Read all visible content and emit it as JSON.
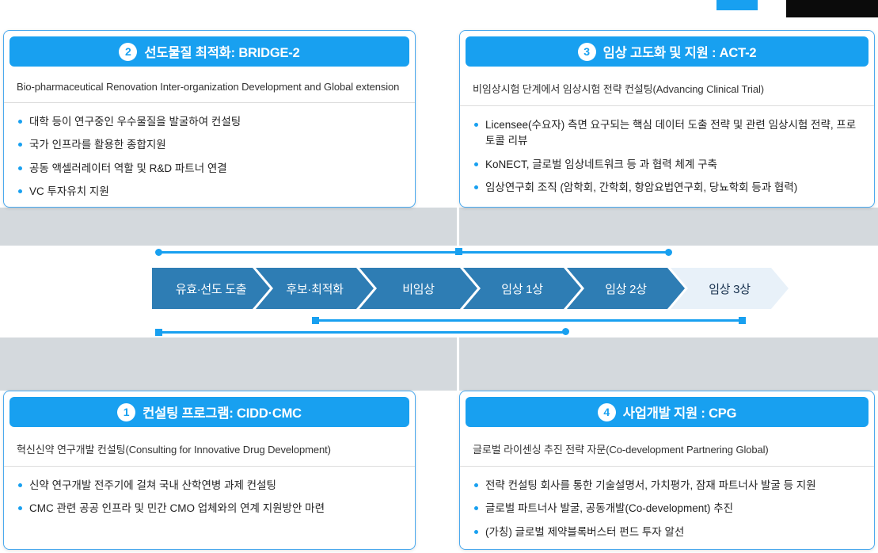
{
  "colors": {
    "header_blue": "#18a0f0",
    "chevron_blue": "#2e7db4",
    "chevron_light_bg": "#e8f1f9",
    "band_gray": "#d4d9dd",
    "card_border": "#4aa9ee",
    "line_blue": "#18a0f0",
    "logo_blue_block": "#18a0f0",
    "logo_black_block": "#0b0b0b"
  },
  "cards": [
    {
      "number": "2",
      "title": "선도물질 최적화: BRIDGE-2",
      "subtitle": "Bio-pharmaceutical Renovation Inter-organization Development and Global extension",
      "bullets": [
        "대학 등이 연구중인 우수물질을 발굴하여 컨설팅",
        "국가 인프라를 활용한 종합지원",
        "공동 액셀러레이터 역할 및 R&D 파트너 연결",
        "VC 투자유치 지원"
      ]
    },
    {
      "number": "3",
      "title": "임상 고도화 및 지원 : ACT-2",
      "subtitle": "비임상시험 단계에서 임상시험 전략 컨설팅(Advancing Clinical Trial)",
      "bullets": [
        "Licensee(수요자) 측면 요구되는 핵심 데이터 도출 전략 및 관련 임상시험 전략, 프로토콜 리뷰",
        "KoNECT, 글로벌 임상네트워크 등 과 협력 체계 구축",
        "임상연구회 조직 (암학회, 간학회, 항암요법연구회, 당뇨학회 등과 협력)"
      ]
    },
    {
      "number": "1",
      "title": "컨설팅 프로그램: CIDD·CMC",
      "subtitle": "혁신신약 연구개발 컨설팅(Consulting for Innovative Drug Development)",
      "bullets": [
        "신약 연구개발 전주기에 걸쳐 국내 산학연병 과제 컨설팅",
        "CMC 관련 공공 인프라 및 민간 CMO 업체와의 연계 지원방안 마련"
      ]
    },
    {
      "number": "4",
      "title": "사업개발 지원 : CPG",
      "subtitle": "글로벌 라이센싱 추진 전략 자문(Co-development Partnering Global)",
      "bullets": [
        "전략 컨설팅 회사를 통한 기술설명서, 가치평가, 잠재 파트너사 발굴 등 지원",
        "글로벌 파트너사 발굴, 공동개발(Co-development) 추진",
        "(가칭) 글로벌 제약블록버스터 펀드 투자 알선"
      ]
    }
  ],
  "pipeline": {
    "stages": [
      {
        "label": "유효·선도 도출",
        "emphasis": "filled"
      },
      {
        "label": "후보·최적화",
        "emphasis": "filled"
      },
      {
        "label": "비임상",
        "emphasis": "filled"
      },
      {
        "label": "임상 1상",
        "emphasis": "filled"
      },
      {
        "label": "임상 2상",
        "emphasis": "filled"
      },
      {
        "label": "임상 3상",
        "emphasis": "light"
      }
    ]
  }
}
